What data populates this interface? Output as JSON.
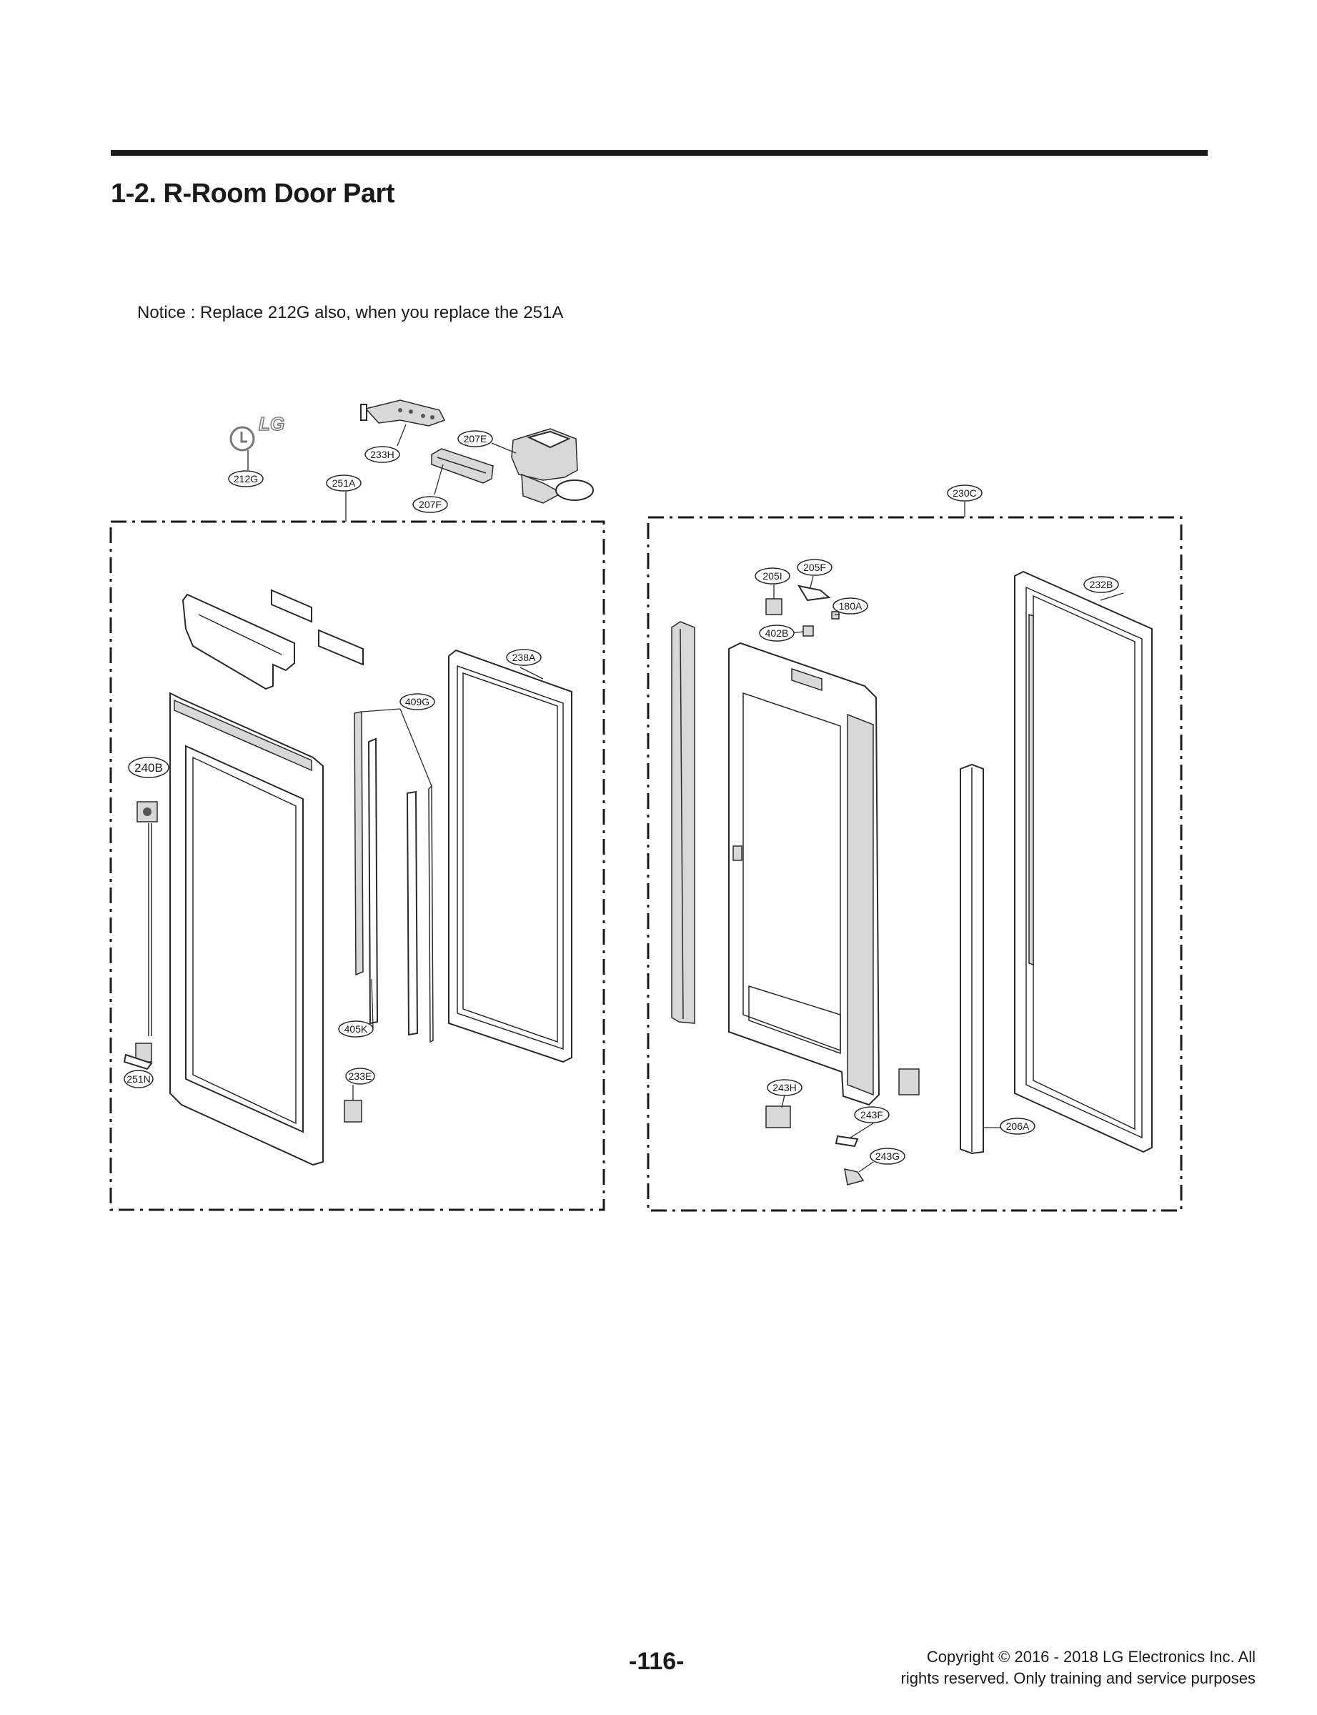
{
  "page": {
    "title": "1-2. R-Room Door Part",
    "notice": "Notice : Replace 212G also, when you replace the 251A",
    "page_number": "-116-",
    "copyright_line1": "Copyright © 2016 - 2018 LG Electronics Inc. All",
    "copyright_line2": "rights reserved. Only training and service purposes"
  },
  "logo_text": "LG",
  "labels": {
    "l233H": "233H",
    "l207E": "207E",
    "l212G": "212G",
    "l251A": "251A",
    "l207F": "207F",
    "l230C": "230C",
    "l205I": "205I",
    "l205F": "205F",
    "l180A": "180A",
    "l402B": "402B",
    "l232B": "232B",
    "l238A": "238A",
    "l409G": "409G",
    "l240B": "240B",
    "l405K": "405K",
    "l251N": "251N",
    "l233E": "233E",
    "l243H": "243H",
    "l243F": "243F",
    "l206A": "206A",
    "l243G": "243G"
  }
}
